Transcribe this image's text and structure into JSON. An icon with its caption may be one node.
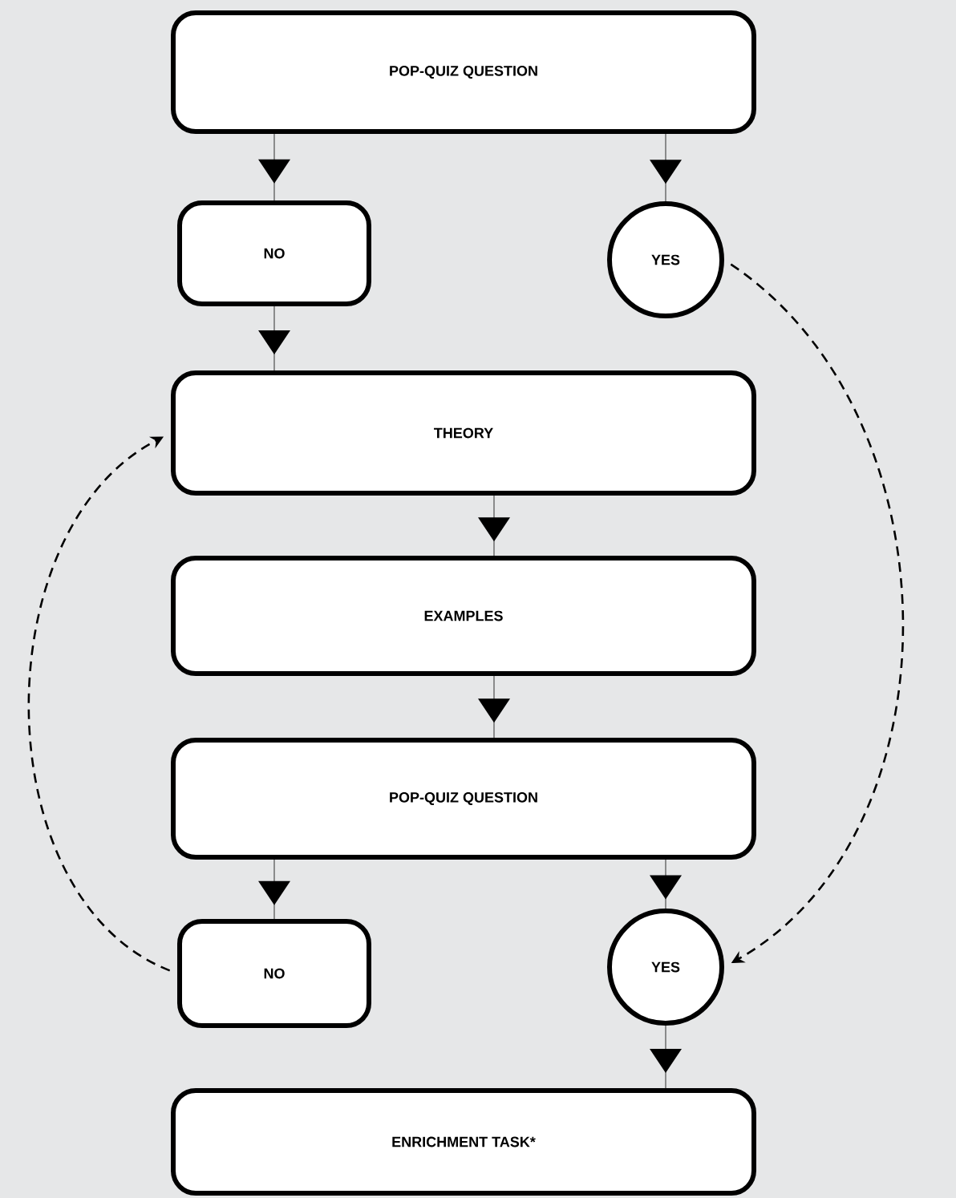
{
  "diagram": {
    "nodes": [
      {
        "text": [
          "POP-QUIZ QUESTION"
        ]
      },
      {
        "text": [
          "NO"
        ]
      },
      {
        "text": [
          "YES"
        ]
      },
      {
        "text": [
          "THEORY"
        ]
      },
      {
        "text": [
          "EXAMPLES"
        ]
      },
      {
        "text": [
          "POP-QUIZ QUESTION"
        ]
      },
      {
        "text": [
          "NO"
        ]
      },
      {
        "text": [
          "YES"
        ]
      },
      {
        "text": [
          "ENRICHMENT TASK*"
        ]
      }
    ],
    "edges": [
      {
        "from": 0,
        "to": 1,
        "arrow": "to"
      },
      {
        "from": 0,
        "to": 2,
        "arrow": "to"
      },
      {
        "from": 1,
        "to": 3,
        "arrow": "to"
      },
      {
        "from": 2,
        "to": 7,
        "arrow": "to",
        "style": "dashed"
      },
      {
        "from": 3,
        "to": 4,
        "arrow": "to"
      },
      {
        "from": 4,
        "to": 5,
        "arrow": "to"
      },
      {
        "from": 5,
        "to": 6,
        "arrow": "to"
      },
      {
        "from": 5,
        "to": 7,
        "arrow": "to"
      },
      {
        "from": 6,
        "to": 3,
        "arrow": "to",
        "style": "dashed"
      },
      {
        "from": 7,
        "to": 8,
        "arrow": "to"
      }
    ]
  }
}
